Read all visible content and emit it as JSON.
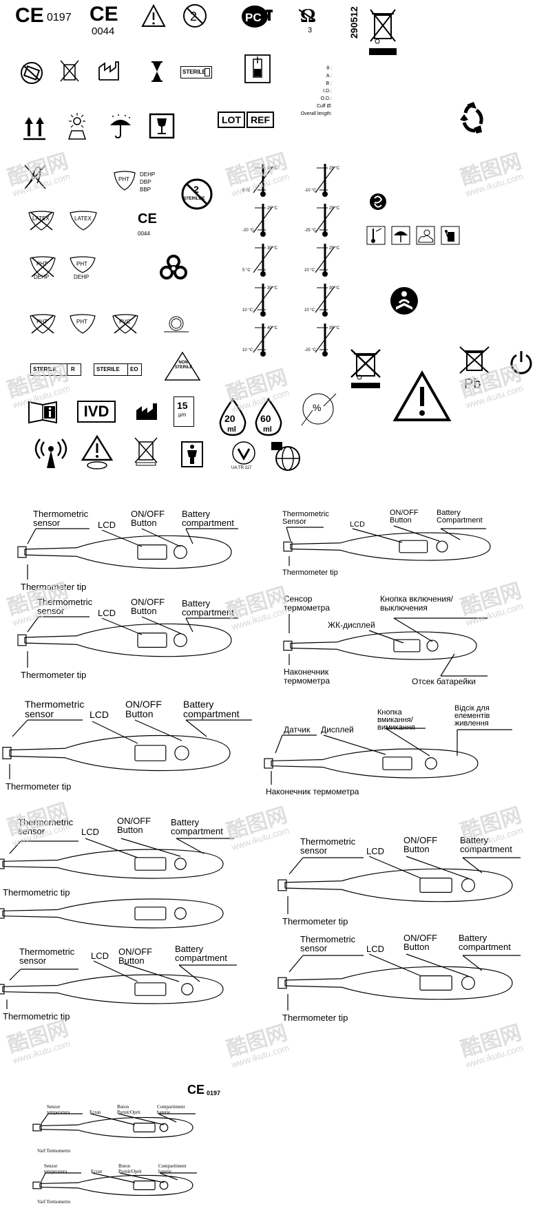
{
  "symbols": {
    "ce_0197": "CE",
    "ce_0197_num": "0197",
    "ce_0044": "CE",
    "ce_0044_num": "0044",
    "number_290512": "290512",
    "ozone_3": "3",
    "sterile_box": "STERILE",
    "lot": "LOT",
    "ref": "REF",
    "spec_lines": [
      "θ :",
      "A :",
      "B :",
      "I.D.:",
      "O.D.:",
      "Cuff Ø:",
      "Overall length:"
    ],
    "pht": "PHT",
    "dehp": "DEHP",
    "dbp": "DBP",
    "bbp": "BBP",
    "latex": "LATEX",
    "pvc": "PVC",
    "sterilize_2": "2",
    "sterilize_text": "STERILIZE",
    "ce_small": "CE",
    "ce_small_num": "0044",
    "sterile_r": "STERILE",
    "sterile_r_mark": "R",
    "sterile_eo": "STERILE",
    "sterile_eo_mark": "EO",
    "non_sterile": "NON STERILE",
    "ivd": "IVD",
    "micron_15": "15",
    "micron_unit": "μm",
    "drop_20": "20",
    "drop_60": "60",
    "drop_unit": "ml",
    "humidity": "%",
    "ua_mark": "UA.TR.117",
    "pb": "Pb",
    "temps": [
      [
        "35 °C",
        "5 °C",
        "25 °C",
        "-10 °C"
      ],
      [
        "25 °C",
        "-20 °C",
        "25 °C",
        "-25 °C"
      ],
      [
        "30 °C",
        "5 °C",
        "25 °C",
        "10 °C"
      ],
      [
        "30 °C",
        "10 °C",
        "30 °C",
        "10 °C"
      ],
      [
        "40 °C",
        "10 °C",
        "35 °C",
        "-25 °C"
      ]
    ]
  },
  "diagrams": {
    "en": {
      "sensor": "Thermometric sensor",
      "lcd": "LCD",
      "button": "ON/OFF Button",
      "battery": "Battery compartment",
      "tip": "Thermometer tip",
      "sensor_cap": "Thermometric Sensor",
      "button_cap": "ON/OFF Button",
      "battery_cap": "Battery Compartment",
      "tip_alt": "Thermometric tip",
      "battery_garbled": "Battery compartment"
    },
    "ru": {
      "sensor": "Сенсор термометра",
      "button": "Кнопка включения/выключения",
      "lcd": "ЖК-дисплей",
      "tip": "Наконечник термометра",
      "battery": "Отсек батарейки"
    },
    "ua": {
      "sensor": "Датчик",
      "lcd": "Дисплей",
      "button": "Кнопка вмикання/ вимикання",
      "battery": "Відсік для елементів живлення",
      "tip": "Наконечник термометра"
    },
    "ro": {
      "ce": "CE",
      "ce_num": "0197",
      "sensor": "Senzor temperatura",
      "screen": "Ecran",
      "button": "Buton Pornit/Oprit",
      "battery": "Compartiment baterie",
      "tip": "Varf Termometru"
    }
  },
  "watermark": {
    "brand": "酷图网",
    "url": "www.ikutu.com"
  }
}
